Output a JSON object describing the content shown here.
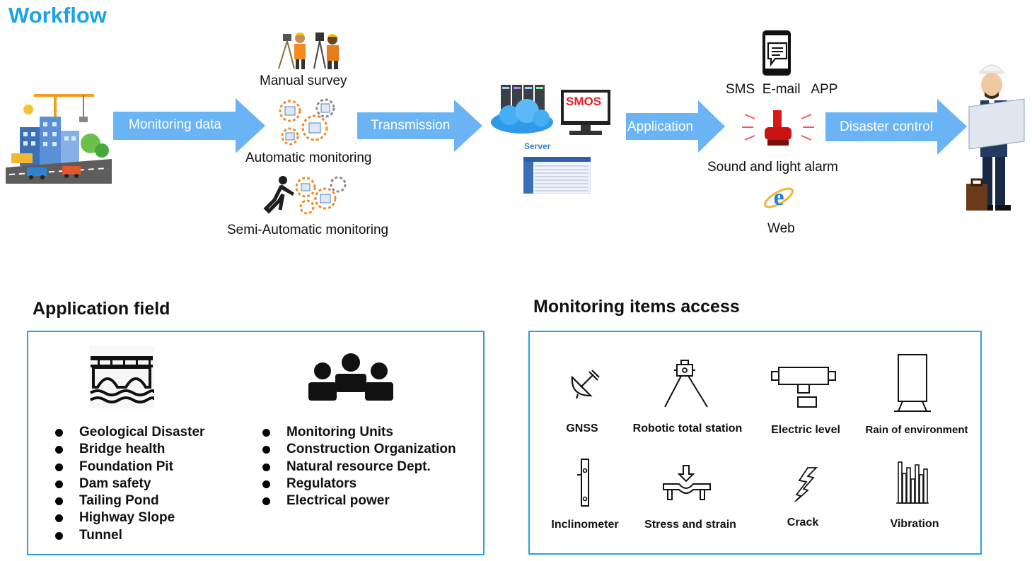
{
  "workflow": {
    "title": "Workflow",
    "arrows": [
      {
        "label": "Monitoring data",
        "color": "#6ab4f5"
      },
      {
        "label": "Transmission",
        "color": "#6ab4f5"
      },
      {
        "label": "Application",
        "color": "#6ab4f5"
      },
      {
        "label": "Disaster control",
        "color": "#6ab4f5"
      }
    ],
    "sources": {
      "manual": "Manual survey",
      "automatic": "Automatic monitoring",
      "semi_automatic": "Semi-Automatic monitoring"
    },
    "server": {
      "label": "Server",
      "software": "SMOS"
    },
    "outputs": {
      "messaging": "SMS  E-mail   APP",
      "alarm": "Sound and light alarm",
      "web": "Web"
    }
  },
  "application_field": {
    "title": "Application field",
    "left_list": [
      "Geological Disaster",
      "Bridge health",
      "Foundation Pit",
      "Dam safety",
      "Tailing Pond",
      "Highway Slope",
      "Tunnel"
    ],
    "right_list": [
      "Monitoring Units",
      "Construction Organization",
      "Natural resource Dept.",
      "Regulators",
      "Electrical power"
    ]
  },
  "monitoring_items": {
    "title": "Monitoring items access",
    "items": [
      "GNSS",
      "Robotic total station",
      "Electric level",
      "Rain of environment",
      "Inclinometer",
      "Stress and strain",
      "Crack",
      "Vibration"
    ]
  },
  "colors": {
    "title_blue": "#1aa3e6",
    "arrow_blue": "#6ab4f5",
    "box_border": "#2aa0e6",
    "smos_red": "#e8202a"
  }
}
